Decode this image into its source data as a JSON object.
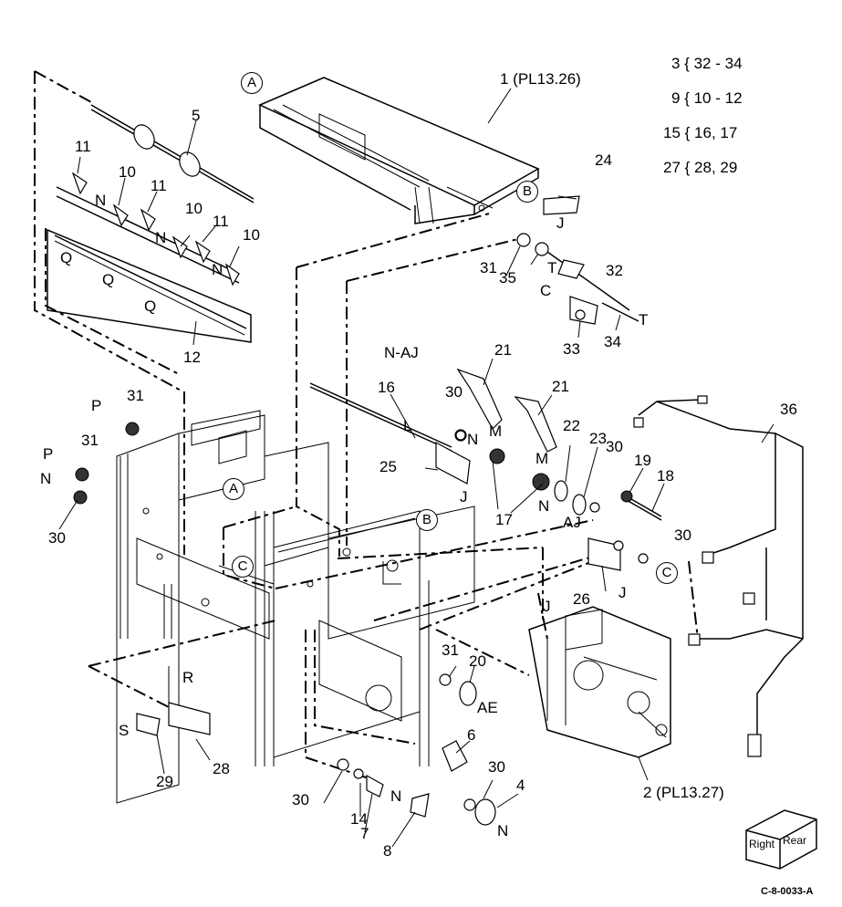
{
  "doc_id": "C-8-0033-A",
  "group_refs": [
    {
      "part": "3",
      "sub": "32 - 34"
    },
    {
      "part": "9",
      "sub": "10 - 12"
    },
    {
      "part": "15",
      "sub": "16, 17"
    },
    {
      "part": "27",
      "sub": "28, 29"
    }
  ],
  "parts": {
    "p1": "1 (PL13.26)",
    "p2": "2 (PL13.27)",
    "p4": "4",
    "p5": "5",
    "p6": "6",
    "p7": "7",
    "p8": "8",
    "p10a": "10",
    "p10b": "10",
    "p10c": "10",
    "p11a": "11",
    "p11b": "11",
    "p11c": "11",
    "p12": "12",
    "p14": "14",
    "p16": "16",
    "p17": "17",
    "p18": "18",
    "p19": "19",
    "p20": "20",
    "p21a": "21",
    "p21b": "21",
    "p22": "22",
    "p23": "23",
    "p24": "24",
    "p25": "25",
    "p26": "26",
    "p28": "28",
    "p29": "29",
    "p30a": "30",
    "p30b": "30",
    "p30c": "30",
    "p30d": "30",
    "p30e": "30",
    "p30f": "30",
    "p31a": "31",
    "p31b": "31",
    "p31c": "31",
    "p31d": "31",
    "p32": "32",
    "p33": "33",
    "p34": "34",
    "p35": "35",
    "p36": "36"
  },
  "callouts": {
    "a1": "A",
    "a2": "A",
    "b1": "B",
    "b2": "B",
    "c1": "C",
    "c2": "C",
    "c3": "C"
  },
  "letters": {
    "n1": "N",
    "n2": "N",
    "n3": "N",
    "n4": "N",
    "n5": "N",
    "n6": "N",
    "n7": "N",
    "n8": "N",
    "q1": "Q",
    "q2": "Q",
    "q3": "Q",
    "p_a": "P",
    "p_b": "P",
    "aj1": "N-AJ",
    "aj2": "AJ",
    "l1": "L",
    "m1": "M",
    "m2": "M",
    "j1": "J",
    "j2": "J",
    "j3": "J",
    "j4": "J",
    "t1": "T",
    "t2": "T",
    "r1": "R",
    "s1": "S",
    "ae": "AE"
  },
  "cube": {
    "front": "Right",
    "side": "Rear"
  }
}
